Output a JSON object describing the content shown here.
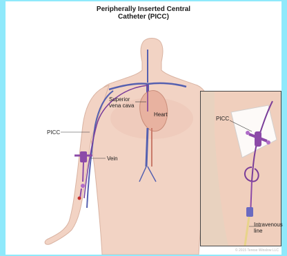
{
  "title": {
    "line1": "Peripherally Inserted Central",
    "line2": "Catheter (PICC)"
  },
  "labels": {
    "superior_vena_cava_1": "Superior",
    "superior_vena_cava_2": "vena cava",
    "heart": "Heart",
    "picc_left": "PICC",
    "vein": "Vein",
    "picc_inset": "PICC",
    "intravenous_line_1": "Intravenous",
    "intravenous_line_2": "line"
  },
  "credit": "© 2015 Terese Winslow LLC",
  "colors": {
    "background": "#8fe9fb",
    "skin": "#f2d3c4",
    "vein": "#5560b0",
    "catheter": "#7a3d99",
    "heart": "#e8b2a0"
  }
}
